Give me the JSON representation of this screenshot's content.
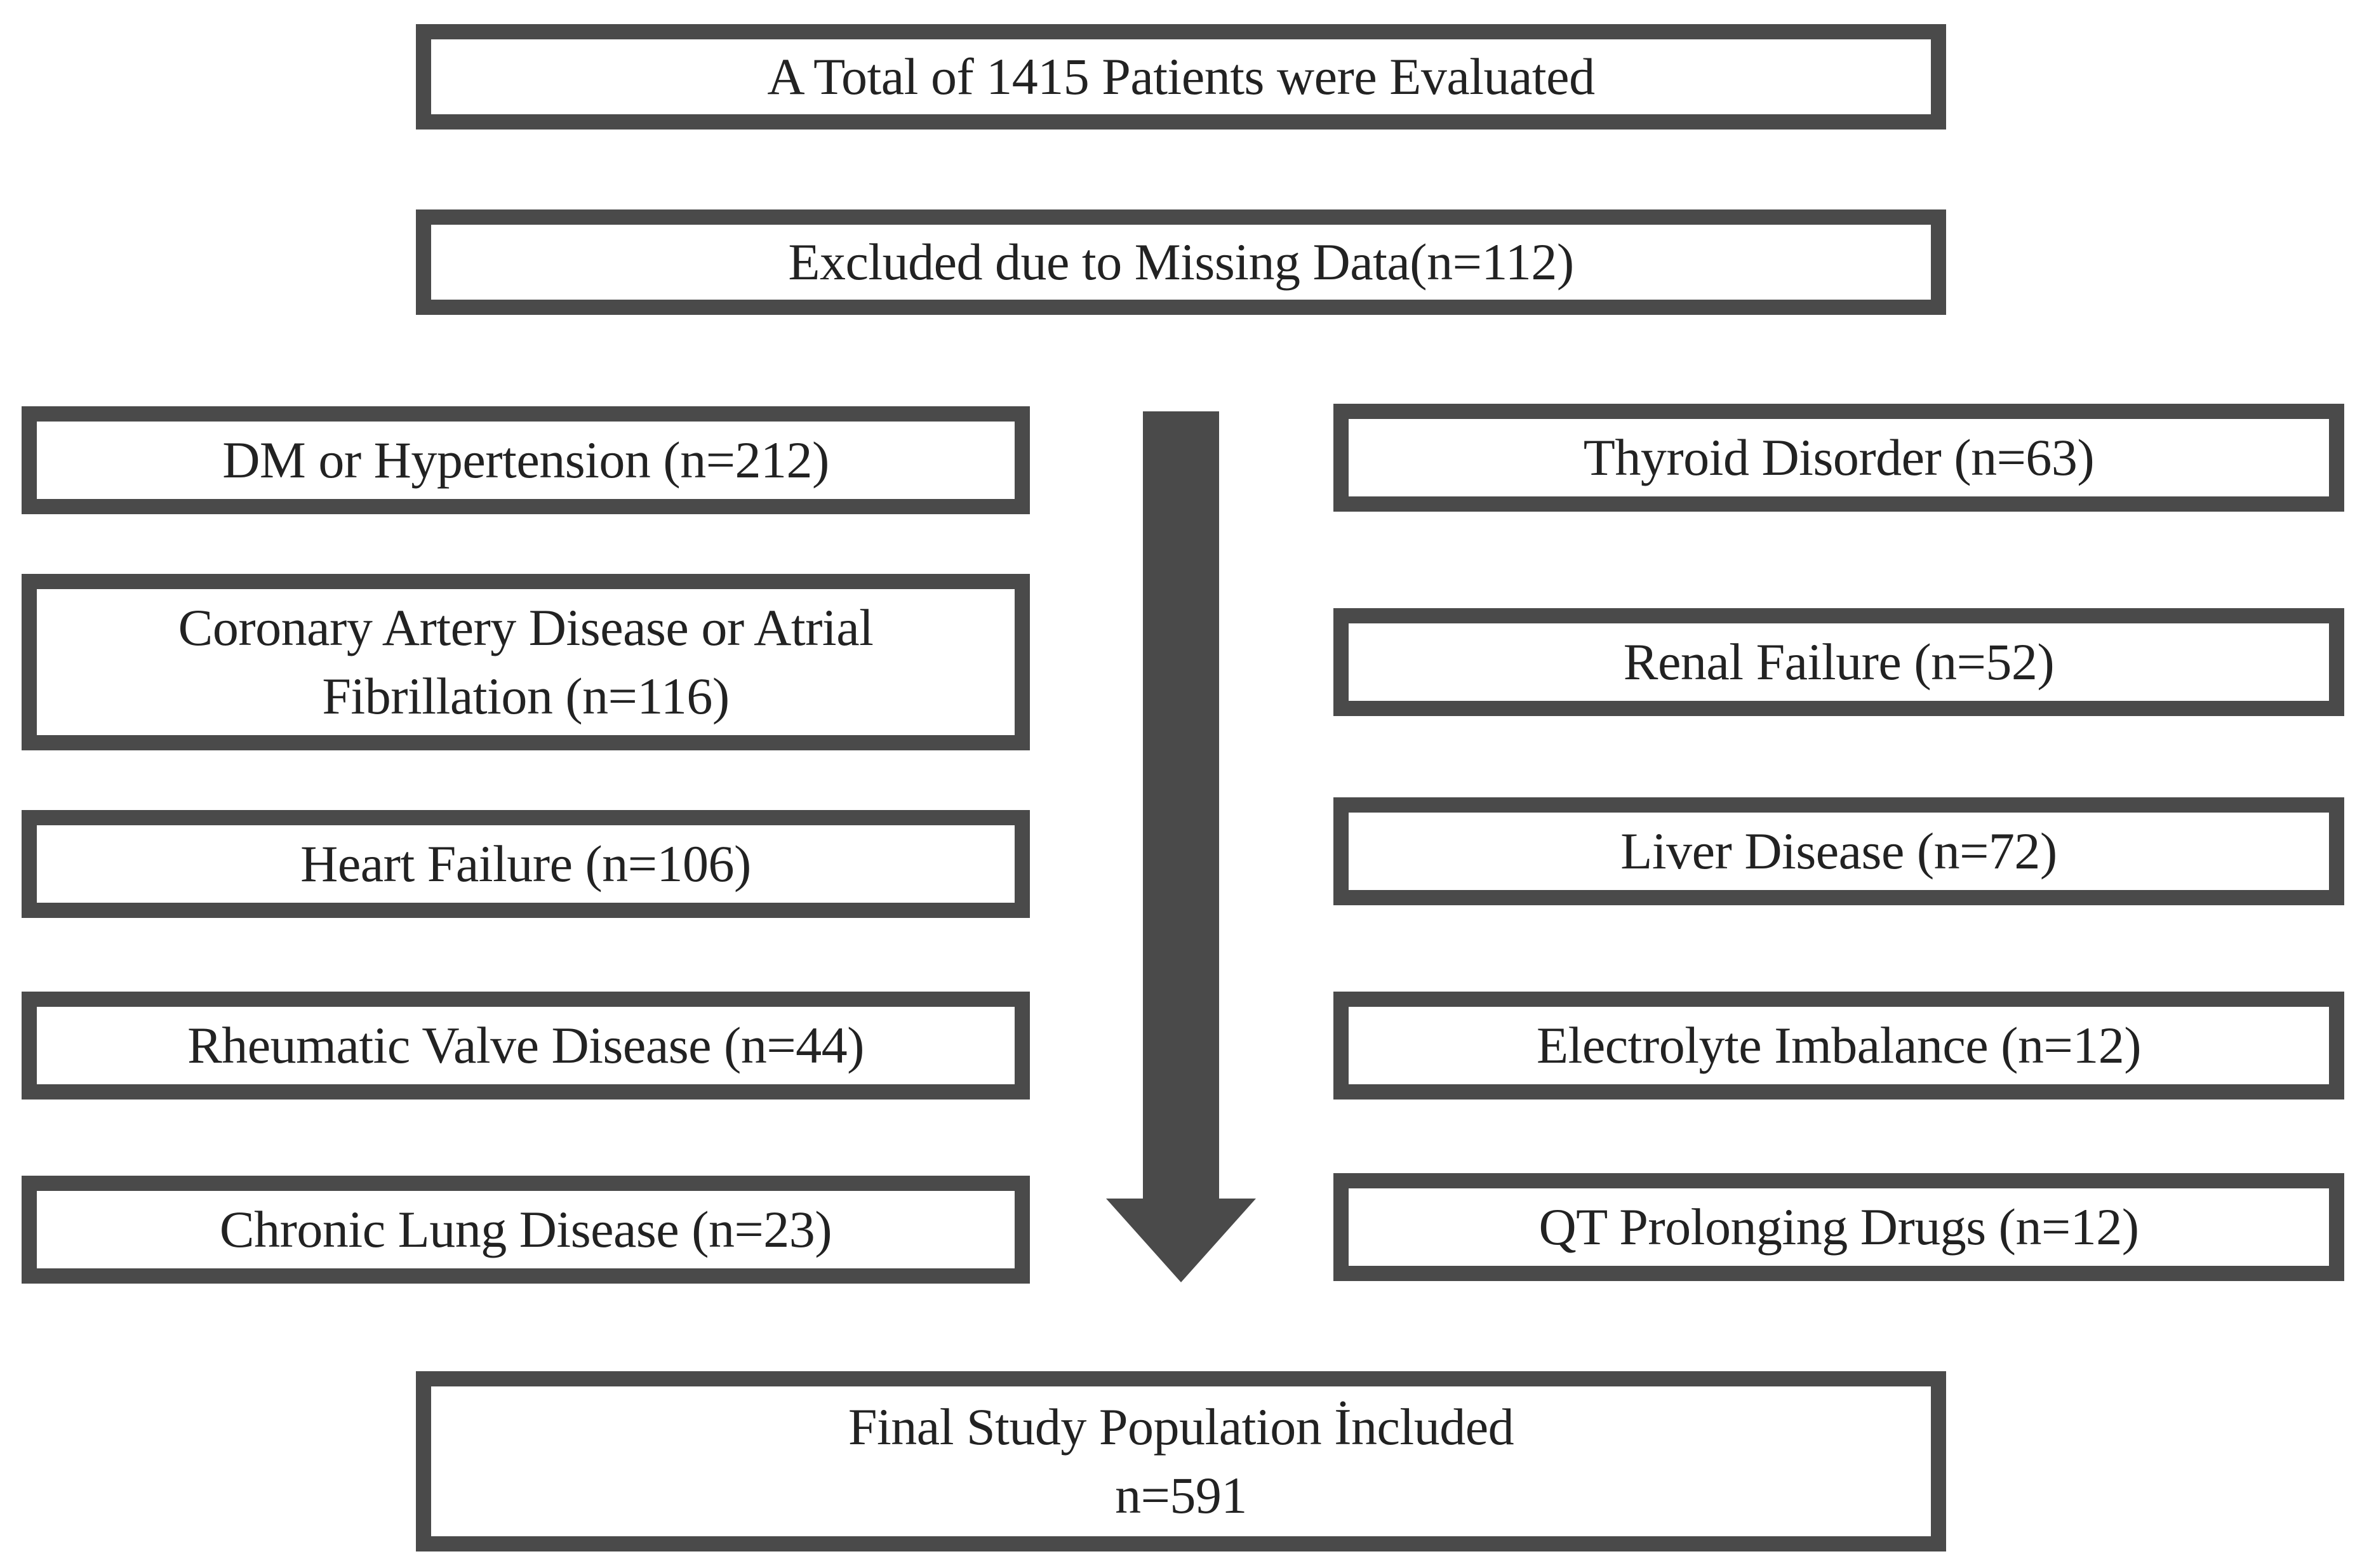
{
  "header": {
    "total": "A Total of 1415 Patients were Evaluated",
    "excluded": "Excluded due to Missing Data(n=112)"
  },
  "exclusions_left": [
    {
      "lines": [
        "DM or Hypertension (n=212)"
      ]
    },
    {
      "lines": [
        "Coronary Artery Disease or Atrial",
        "Fibrillation (n=116)"
      ]
    },
    {
      "lines": [
        "Heart Failure (n=106)"
      ]
    },
    {
      "lines": [
        "Rheumatic Valve Disease (n=44)"
      ]
    },
    {
      "lines": [
        "Chronic Lung Disease (n=23)"
      ]
    }
  ],
  "exclusions_right": [
    {
      "lines": [
        "Thyroid Disorder (n=63)"
      ]
    },
    {
      "lines": [
        "Renal Failure (n=52)"
      ]
    },
    {
      "lines": [
        "Liver Disease (n=72)"
      ]
    },
    {
      "lines": [
        "Electrolyte Imbalance (n=12)"
      ]
    },
    {
      "lines": [
        "QT Prolonging Drugs (n=12)"
      ]
    }
  ],
  "final": {
    "title": "Final Study Population İncluded",
    "count": "n=591"
  },
  "colors": {
    "border": "#4a4a4a",
    "arrow": "#4a4a4a",
    "text": "#222222",
    "background": "#ffffff"
  }
}
